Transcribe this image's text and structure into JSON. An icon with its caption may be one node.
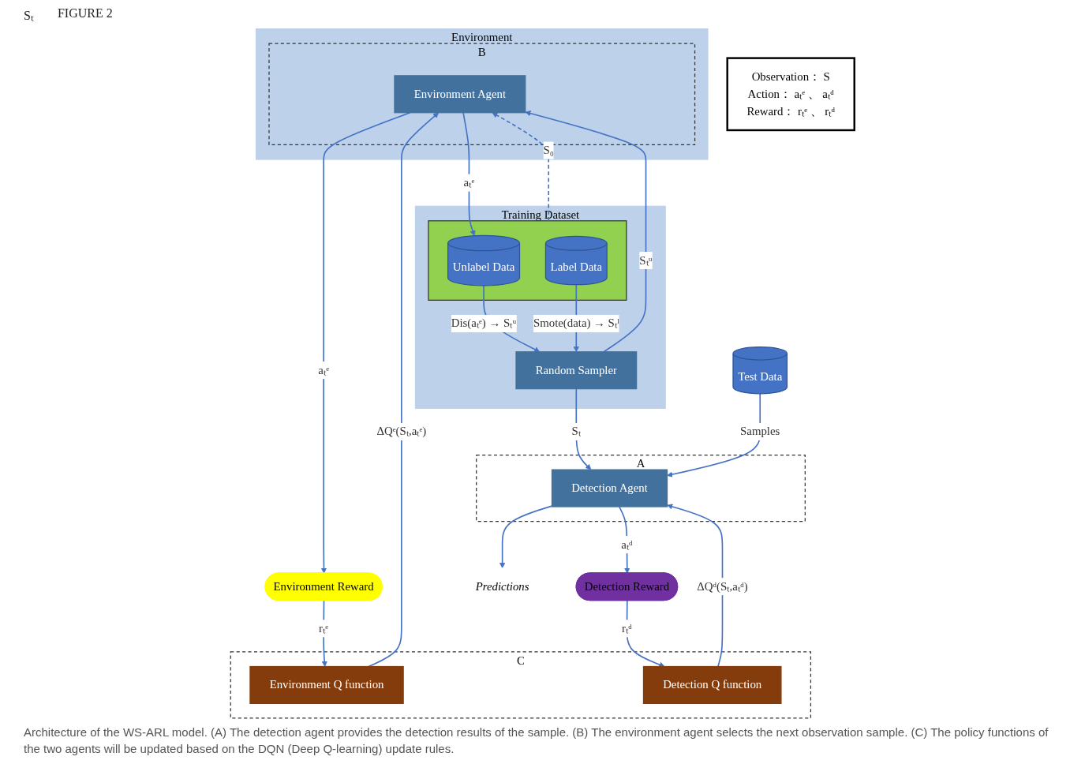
{
  "diagram": {
    "caption": "Architecture of the WS-ARL model. (A) The detection agent provides the detection results of the sample. (B) The environment agent selects the next observation sample. (C) The policy functions of the two agents will be updated based on the DQN (Deep Q-learning) update rules.",
    "nodes": [
      {
        "text": [
          "Observation： S",
          "Action： aₜᵉ 、 aₜᵈ",
          "Reward： rₜᵉ 、 rₜᵈ"
        ]
      },
      {
        "text": [
          "Environment"
        ]
      },
      {
        "text": [
          "B"
        ],
        "in": 1
      },
      {
        "text": [
          "Environment Agent"
        ],
        "in": 2
      },
      {
        "text": [
          "Training Dataset"
        ]
      },
      {
        "text": [],
        "shape": "box",
        "in": 4
      },
      {
        "text": [
          "Unlabel Data"
        ],
        "in": 5
      },
      {
        "text": [
          "Label Data"
        ],
        "in": 5
      },
      {
        "text": [
          "Random Sampler"
        ],
        "in": 4
      },
      {
        "text": [
          "Environment Reward"
        ]
      },
      {
        "text": [
          "Detection Reward"
        ]
      },
      {
        "text": [
          "C"
        ]
      },
      {
        "text": [
          "Environment Q function"
        ],
        "in": 11
      },
      {
        "text": [
          "Detection Q function"
        ],
        "in": 11
      },
      {
        "text": [
          "Test Data"
        ]
      },
      {
        "text": [
          "A"
        ]
      },
      {
        "text": [
          "Detection Agent"
        ],
        "in": 15
      },
      {
        "text": [
          "Predictions"
        ]
      }
    ],
    "edges": [
      {
        "from": 5,
        "to": 3,
        "arrow": "to",
        "label": "S₀",
        "style": "dashed"
      },
      {
        "from": 3,
        "to": 6,
        "arrow": "to",
        "label": "aₜᵉ"
      },
      {
        "from": 6,
        "to": 8,
        "arrow": "to",
        "label": "Dis(aₜᵉ) → Sₜᵘ"
      },
      {
        "from": 7,
        "to": 8,
        "arrow": "to",
        "label": "Smote(data) → Sₜˡ"
      },
      {
        "from": 8,
        "to": 3,
        "arrow": "to",
        "label": "Sₜᵘ"
      },
      {
        "from": 8,
        "to": 16,
        "arrow": "to",
        "label": "Sₜ"
      },
      {
        "from": 3,
        "to": 9,
        "arrow": "to",
        "label": "aₜᵉ"
      },
      {
        "from": 12,
        "to": 3,
        "arrow": "to",
        "label": "ΔQᵉ(Sₜ,aₜᵉ)"
      },
      {
        "from": 9,
        "to": 12,
        "arrow": "to",
        "label": "rₜᵉ"
      },
      {
        "from": 10,
        "to": 13,
        "arrow": "to",
        "label": "rₜᵈ"
      },
      {
        "from": 16,
        "to": 10,
        "arrow": "to",
        "label": "aₜᵈ"
      },
      {
        "from": 13,
        "to": 16,
        "arrow": "to",
        "label": "ΔQᵈ(Sₜ,aₜᵈ)"
      },
      {
        "from": 14,
        "to": 16,
        "arrow": "to",
        "label": "Samples"
      },
      {
        "from": 16,
        "to": 17,
        "arrow": "to"
      }
    ],
    "labels": [
      "Sₜ",
      "FIGURE 2"
    ]
  }
}
